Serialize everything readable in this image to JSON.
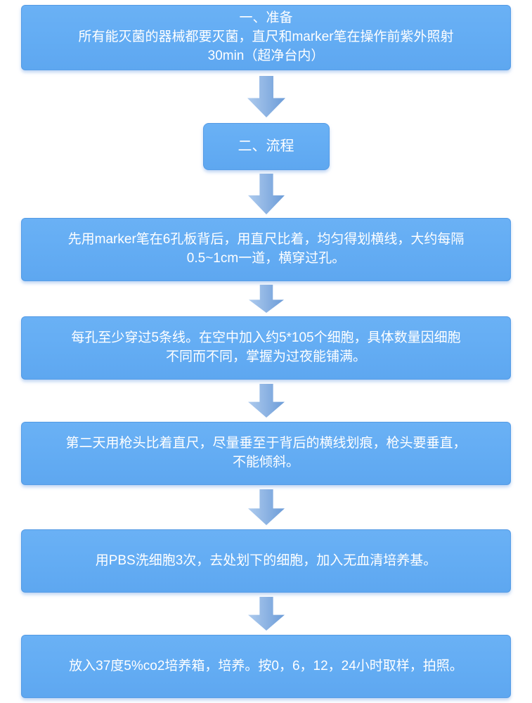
{
  "flowchart": {
    "colors": {
      "box_fill": "#63ACF3",
      "box_border": "#488EDA",
      "arrow_gradient_start": "#AECBEE",
      "arrow_gradient_end": "#6C9CD8",
      "text": "#FFFFFF",
      "background": "#FFFFFF"
    },
    "steps": [
      {
        "name": "prepare",
        "text": "一、准备\n所有能灭菌的器械都要灭菌，直尺和marker笔在操作前紫外照射\n30min（超净台内）"
      },
      {
        "name": "process-title",
        "text": "二、流程"
      },
      {
        "name": "draw-lines",
        "text": "先用marker笔在6孔板背后，用直尺比着，均匀得划横线，大约每隔\n0.5~1cm一道，横穿过孔。"
      },
      {
        "name": "seed-cells",
        "text": "每孔至少穿过5条线。在空中加入约5*105个细胞，具体数量因细胞\n不同而不同，掌握为过夜能铺满。"
      },
      {
        "name": "scratch",
        "text": "第二天用枪头比着直尺，尽量垂至于背后的横线划痕，枪头要垂直，\n不能倾斜。"
      },
      {
        "name": "wash",
        "text": "用PBS洗细胞3次，去处划下的细胞，加入无血清培养基。"
      },
      {
        "name": "incubate",
        "text": "放入37度5%co2培养箱，培养。按0，6，12，24小时取样，拍照。"
      }
    ]
  }
}
